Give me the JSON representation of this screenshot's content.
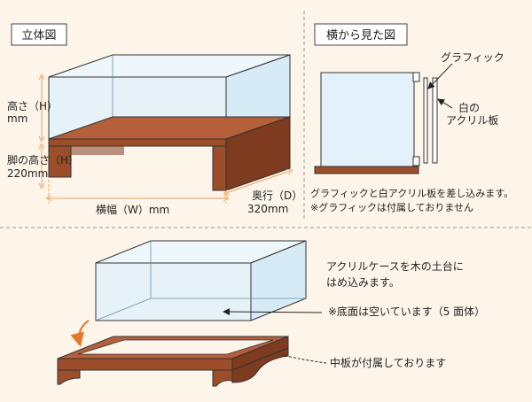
{
  "top_left": {
    "title": "立体図",
    "height_label": [
      "高さ（H）",
      "mm"
    ],
    "leg_height_label": [
      "脚の高さ（H）",
      "220mm"
    ],
    "width_label": "横幅（W）mm",
    "depth_label": [
      "奥行（D）",
      "320mm"
    ]
  },
  "top_right": {
    "title": "横から見た図",
    "graphic_label": "グラフィック",
    "white_acrylic_label": [
      "白の",
      "アクリル板"
    ],
    "note_lines": [
      "グラフィックと白アクリル板を差し込みます。",
      "※グラフィックは付属しておりません"
    ]
  },
  "bottom": {
    "instruction_lines": [
      "アクリルケースを木の土台に",
      "はめ込みます。"
    ],
    "bottom_note": "※底面は空いています（5 面体）",
    "middle_board_note": "中板が付属しております"
  },
  "colors": {
    "background": "#fdf5e9",
    "acrylic_front": "#e3f1fa",
    "acrylic_top": "#eef7fc",
    "acrylic_side": "#d6ebf6",
    "wood_front": "#9c4e2a",
    "wood_top": "#b5603a",
    "wood_side": "#7e3b1f",
    "dimension_orange": "#f0a05a",
    "arrow_orange": "#e07a2a"
  }
}
